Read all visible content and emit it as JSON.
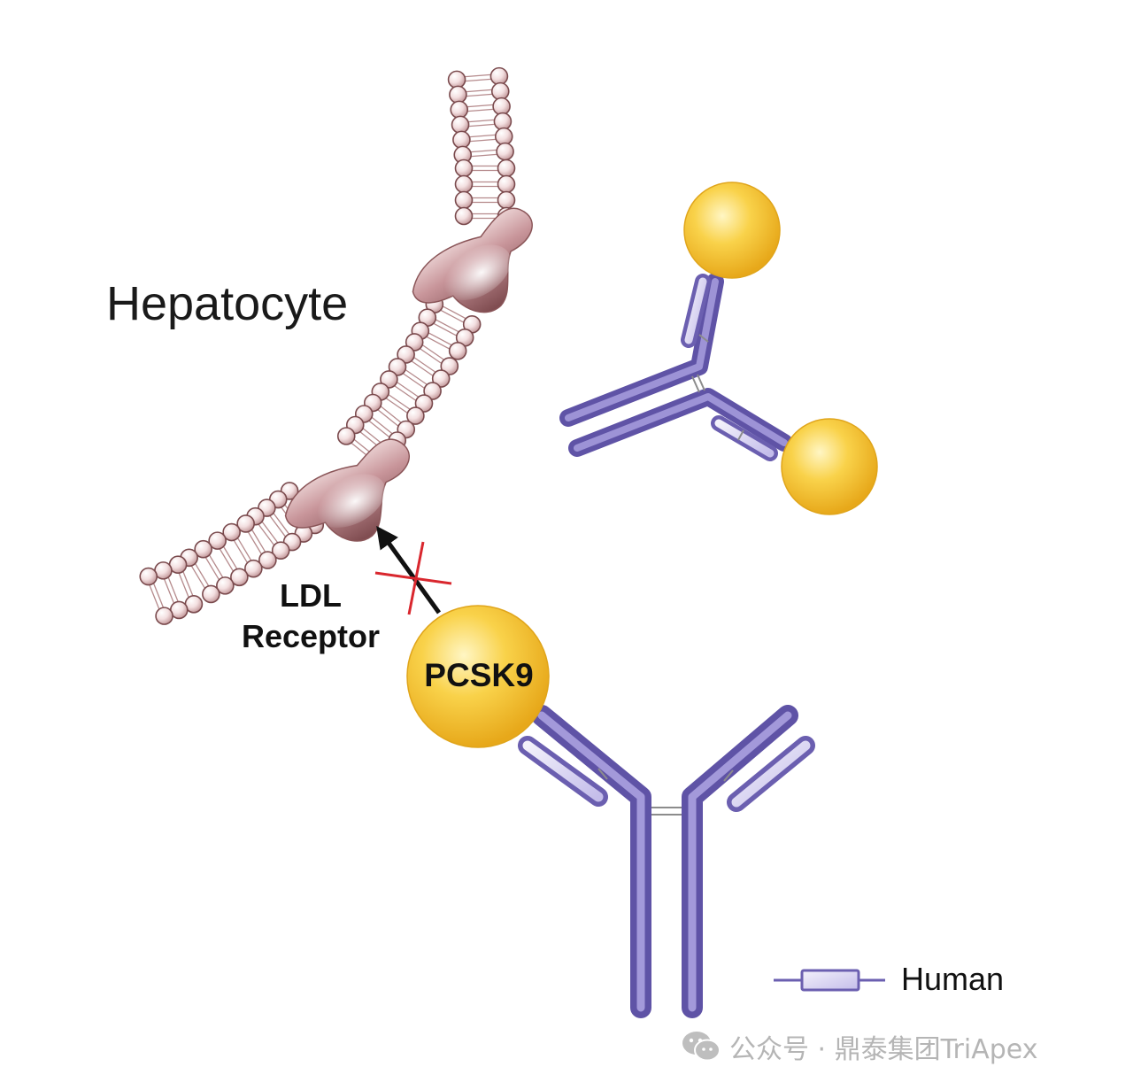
{
  "labels": {
    "hepatocyte": "Hepatocyte",
    "ldl_line1": "LDL",
    "ldl_line2": "Receptor",
    "pcsk9": "PCSK9",
    "legend": "Human"
  },
  "watermark": {
    "text": "公众号 · 鼎泰集团TriApex",
    "icon": "wechat-icon"
  },
  "colors": {
    "membrane": "#a06a6c",
    "membrane_light": "#f3dfe0",
    "receptor": "#a8686a",
    "antibody": "#7f72bd",
    "antibody_light": "#dcd8f2",
    "antigen": "#f2c230",
    "blocked_cross": "#d9272e",
    "arrow": "#111111"
  }
}
